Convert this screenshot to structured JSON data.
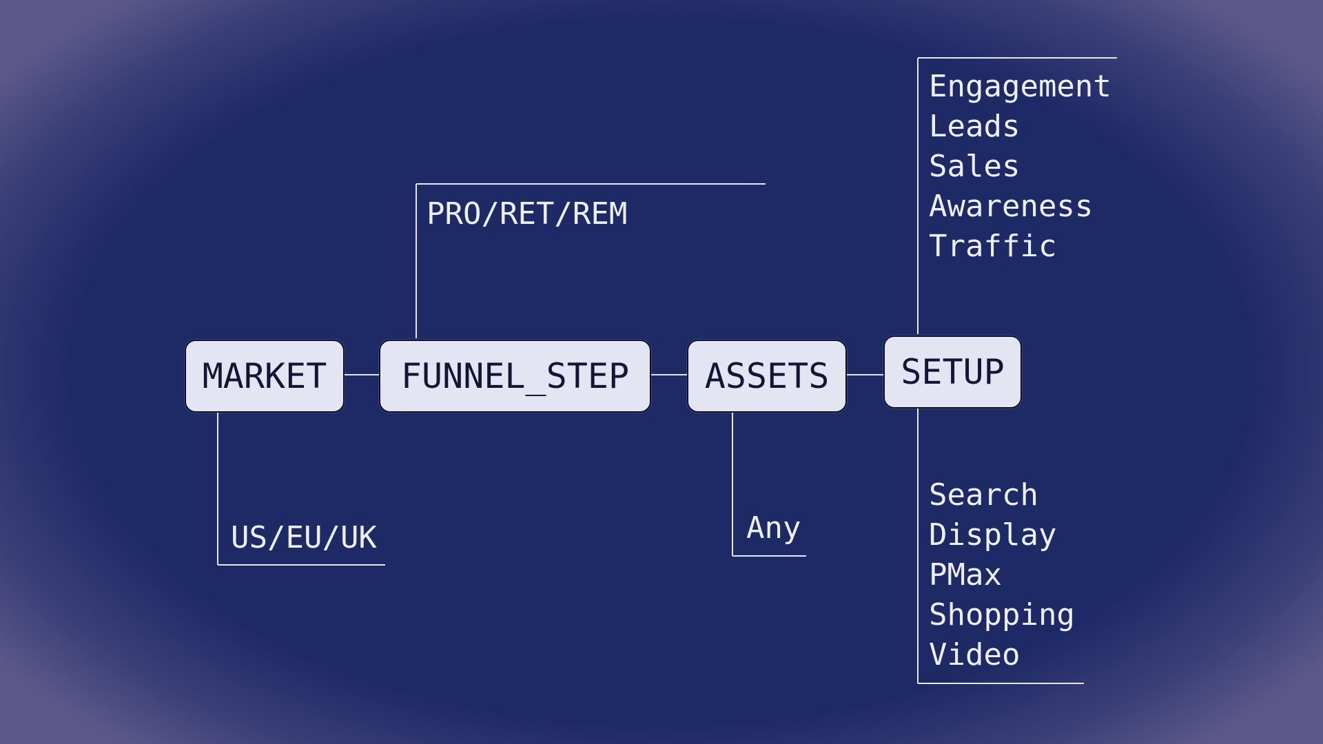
{
  "diagram": {
    "nodes": {
      "market": "MARKET",
      "funnel_step": "FUNNEL_STEP",
      "assets": "ASSETS",
      "setup": "SETUP"
    },
    "branches": {
      "market_values": "US/EU/UK",
      "funnel_step_values": "PRO/RET/REM",
      "assets_values": "Any",
      "setup_objectives": [
        "Engagement",
        "Leads",
        "Sales",
        "Awareness",
        "Traffic"
      ],
      "setup_campaign_types": [
        "Search",
        "Display",
        "PMax",
        "Shopping",
        "Video"
      ]
    }
  }
}
